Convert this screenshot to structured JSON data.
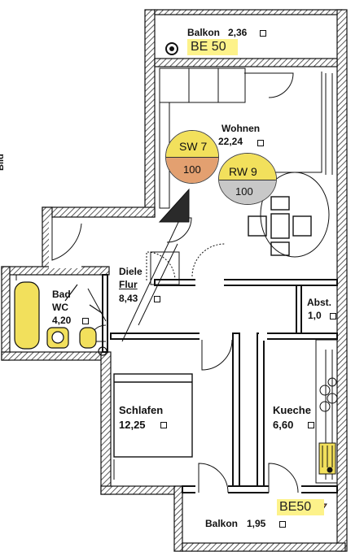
{
  "colors": {
    "wall": "#111111",
    "wall_hatch": "#444444",
    "yellow": "#f2e05c",
    "highlight": "#fdf28a",
    "gray": "#c8c8c8",
    "orange": "#e3a070"
  },
  "margin_label": "Bild",
  "rooms": {
    "balkon_top": {
      "name": "Balkon",
      "area": "2,36"
    },
    "wohnen": {
      "name": "Wohnen",
      "area": "22,24"
    },
    "diele": {
      "name": "Diele",
      "name2": "Flur",
      "area": "8,43"
    },
    "bad": {
      "name": "Bad",
      "name2": "WC",
      "area": "4,20"
    },
    "abst": {
      "name": "Abst.",
      "area": "1,0"
    },
    "schlafen": {
      "name": "Schlafen",
      "area": "12,25"
    },
    "kueche": {
      "name": "Kueche",
      "area": "6,60"
    },
    "balkon_bottom": {
      "name": "Balkon",
      "area": "1,95"
    }
  },
  "markers": {
    "be_top": "BE 50",
    "be_bottom": "BE50",
    "sw_top": "SW 7",
    "sw_bottom": "100",
    "rw_top": "RW 9",
    "rw_bottom": "100"
  },
  "icons": [
    "smoke-detector-icon",
    "outlet-icon"
  ]
}
